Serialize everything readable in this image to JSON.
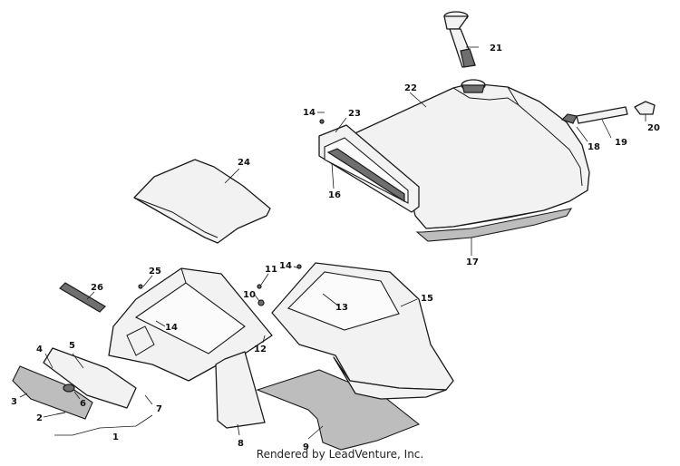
{
  "callouts": {
    "c1": "1",
    "c2": "2",
    "c3": "3",
    "c4": "4",
    "c5": "5",
    "c6": "6",
    "c7": "7",
    "c8": "8",
    "c9": "9",
    "c10": "10",
    "c11": "11",
    "c12": "12",
    "c13": "13",
    "c14a": "14",
    "c14b": "14",
    "c14c": "14",
    "c15": "15",
    "c16": "16",
    "c17": "17",
    "c18": "18",
    "c19": "19",
    "c20": "20",
    "c21": "21",
    "c22": "22",
    "c23": "23",
    "c24": "24",
    "c25": "25",
    "c26": "26"
  },
  "credit": "Rendered by LeadVenture, Inc."
}
